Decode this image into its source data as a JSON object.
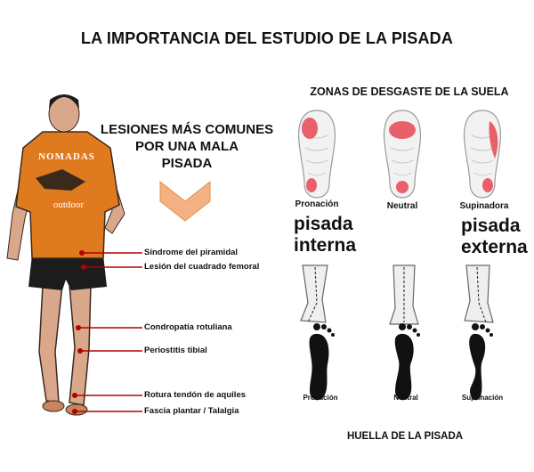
{
  "title": "LA IMPORTANCIA DEL ESTUDIO DE LA PISADA",
  "injuries_heading": [
    "LESIONES MÁS COMUNES",
    "POR UNA MALA",
    "PISADA"
  ],
  "runner_shirt": {
    "brand": "NOMADAS",
    "sub": "outdoor"
  },
  "injuries": [
    "Síndrome del piramidal",
    "Lesión del cuadrado femoral",
    "Condropatía rotuliana",
    "Periostitis tibial",
    "Rotura tendón de aquiles",
    "Fascia plantar / Talalgia"
  ],
  "wear_zones_title": "ZONAS DE DESGASTE DE LA SUELA",
  "sole_types": [
    "Pronación",
    "Neutral",
    "Supinadora"
  ],
  "pisada_interna": [
    "pisada",
    "interna"
  ],
  "pisada_externa": [
    "pisada",
    "externa"
  ],
  "footprint_types": [
    "Pronación",
    "Neutral",
    "Suprinación"
  ],
  "footprint_title": "HUELLA DE LA PISADA",
  "colors": {
    "shirt": "#e07a1f",
    "wear": "#e9606a",
    "arrow": "#f4b183",
    "injury_line": "#b30000"
  }
}
